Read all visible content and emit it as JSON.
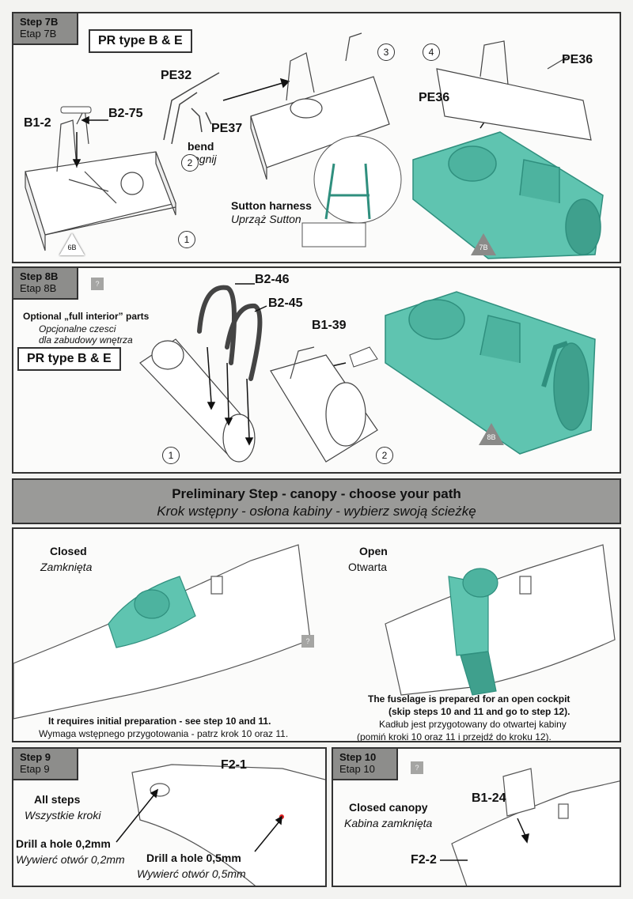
{
  "step7b": {
    "step": "Step 7B",
    "etap": "Etap 7B",
    "type_box": "PR type B & E",
    "parts": {
      "b1_2": "B1-2",
      "b2_75": "B2-75",
      "pe32": "PE32",
      "pe37": "PE37",
      "pe36a": "PE36",
      "pe36b": "PE36"
    },
    "bend": "bend",
    "bend_pl": "zegnij",
    "harness": "Sutton harness",
    "harness_pl": "Uprząż Sutton",
    "circles": [
      "1",
      "2",
      "3",
      "4"
    ],
    "ref_left": "6B",
    "ref_right": "7B"
  },
  "step8b": {
    "step": "Step 8B",
    "etap": "Etap 8B",
    "qmark": "?",
    "optional": "Optional „full interior” parts",
    "optional_pl1": "Opcjonalne czesci",
    "optional_pl2": "dla zabudowy wnętrza",
    "type_box": "PR type B & E",
    "parts": {
      "b2_46": "B2-46",
      "b2_45": "B2-45",
      "b1_39": "B1-39"
    },
    "circles": [
      "1",
      "2"
    ],
    "ref": "8B"
  },
  "preliminary": {
    "title": "Preliminary Step - canopy - choose your path",
    "title_pl": "Krok wstępny - osłona kabiny - wybierz swoją ścieżkę",
    "closed": "Closed",
    "closed_pl": "Zamknięta",
    "open": "Open",
    "open_pl": "Otwarta",
    "qmark": "?",
    "closed_note": "It requires initial preparation -  see step 10 and 11.",
    "closed_note_pl": "Wymaga wstępnego przygotowania - patrz krok 10 oraz 11.",
    "open_note1": "The fuselage is prepared for an open cockpit",
    "open_note2": "(skip steps 10 and 11 and go to step 12).",
    "open_note_pl1": "Kadłub jest przygotowany do otwartej kabiny",
    "open_note_pl2": "(pomiń kroki 10 oraz 11 i przejdź do kroku 12)."
  },
  "step9": {
    "step": "Step 9",
    "etap": "Etap 9",
    "all_steps": "All steps",
    "all_steps_pl": "Wszystkie kroki",
    "part": "F2-1",
    "drill_02": "Drill a hole 0,2mm",
    "drill_02_pl": "Wywierć otwór 0,2mm",
    "drill_05": "Drill a hole 0,5mm",
    "drill_05_pl": "Wywierć otwór 0,5mm"
  },
  "step10": {
    "step": "Step 10",
    "etap": "Etap 10",
    "qmark": "?",
    "closed": "Closed canopy",
    "closed_pl": "Kabina zamknięta",
    "part_b1_24": "B1-24",
    "part_f2_2": "F2-2"
  },
  "colors": {
    "teal": "#5fc4b0",
    "teal_dark": "#2f8f7e",
    "panel_grey": "#8d8d8b",
    "red_dot": "#e02020"
  }
}
